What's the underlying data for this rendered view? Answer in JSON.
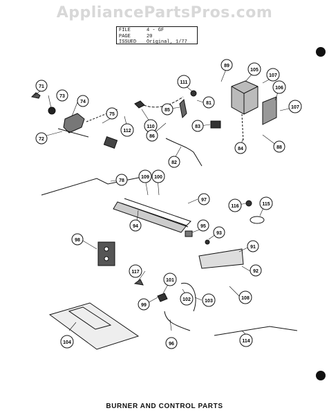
{
  "watermark": "AppliancePartsPros.com",
  "info": {
    "file_label": "FILE",
    "file_value": "4 - GF",
    "page_label": "PAGE",
    "page_value": "20",
    "issued_label": "ISSUED",
    "issued_value": "Original, 1/77"
  },
  "caption": "BURNER AND CONTROL PARTS",
  "callouts": [
    {
      "id": "c71",
      "label": "71"
    },
    {
      "id": "c73",
      "label": "73"
    },
    {
      "id": "c74",
      "label": "74"
    },
    {
      "id": "c72",
      "label": "72"
    },
    {
      "id": "c75",
      "label": "75"
    },
    {
      "id": "c112",
      "label": "112"
    },
    {
      "id": "c110",
      "label": "110"
    },
    {
      "id": "c111",
      "label": "111"
    },
    {
      "id": "c85",
      "label": "85"
    },
    {
      "id": "c86",
      "label": "86"
    },
    {
      "id": "c81",
      "label": "81"
    },
    {
      "id": "c89",
      "label": "89"
    },
    {
      "id": "c105",
      "label": "105"
    },
    {
      "id": "c107a",
      "label": "107"
    },
    {
      "id": "c106",
      "label": "106"
    },
    {
      "id": "c107b",
      "label": "107"
    },
    {
      "id": "c83",
      "label": "83"
    },
    {
      "id": "c84",
      "label": "84"
    },
    {
      "id": "c88",
      "label": "88"
    },
    {
      "id": "c82",
      "label": "82"
    },
    {
      "id": "c78",
      "label": "78"
    },
    {
      "id": "c109",
      "label": "109"
    },
    {
      "id": "c100",
      "label": "100"
    },
    {
      "id": "c97",
      "label": "97"
    },
    {
      "id": "c116",
      "label": "116"
    },
    {
      "id": "c115",
      "label": "115"
    },
    {
      "id": "c94",
      "label": "94"
    },
    {
      "id": "c95",
      "label": "95"
    },
    {
      "id": "c93",
      "label": "93"
    },
    {
      "id": "c98",
      "label": "98"
    },
    {
      "id": "c91",
      "label": "91"
    },
    {
      "id": "c92",
      "label": "92"
    },
    {
      "id": "c117",
      "label": "117"
    },
    {
      "id": "c101",
      "label": "101"
    },
    {
      "id": "c99",
      "label": "99"
    },
    {
      "id": "c102",
      "label": "102"
    },
    {
      "id": "c103",
      "label": "103"
    },
    {
      "id": "c108",
      "label": "108"
    },
    {
      "id": "c104",
      "label": "104"
    },
    {
      "id": "c96",
      "label": "96"
    },
    {
      "id": "c114",
      "label": "114"
    }
  ]
}
